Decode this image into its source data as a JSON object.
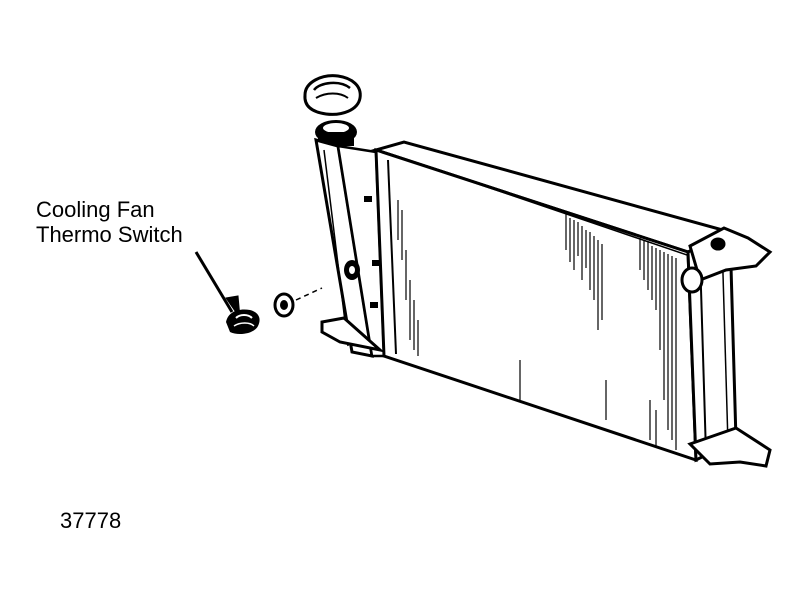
{
  "callout": {
    "line1": "Cooling Fan",
    "line2": "Thermo Switch"
  },
  "figure_number": "37778",
  "colors": {
    "ink": "#000000",
    "paper": "#ffffff"
  }
}
